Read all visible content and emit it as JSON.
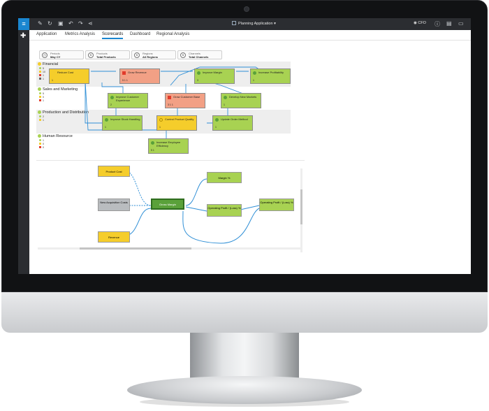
{
  "topbar": {
    "app_title": "Planning Application",
    "user": "CFO",
    "icons": [
      "menu-icon",
      "edit-icon",
      "refresh-icon",
      "save-icon",
      "undo-icon",
      "redo-icon",
      "share-icon",
      "user-icon",
      "info-icon",
      "inbox-icon",
      "comment-icon"
    ]
  },
  "tabs": [
    "Application",
    "Metrics Analysis",
    "Scorecards",
    "Dashboard",
    "Regional Analysis"
  ],
  "active_tab": "Scorecards",
  "filters": [
    {
      "label": "Periods",
      "value": "May CY"
    },
    {
      "label": "Products",
      "value": "Total Products"
    },
    {
      "label": "Regions",
      "value": "All Regions"
    },
    {
      "label": "Channels",
      "value": "Total Channels"
    }
  ],
  "perspectives": [
    {
      "name": "Financial",
      "status": "yellow",
      "counts": [
        "5",
        "10",
        "1",
        "1"
      ]
    },
    {
      "name": "Sales and Marketing",
      "status": "green",
      "counts": [
        "5",
        "0",
        "1"
      ]
    },
    {
      "name": "Production and Distribution",
      "status": "green",
      "counts": [
        "2",
        "1"
      ]
    },
    {
      "name": "Human Resource",
      "status": "green",
      "counts": [
        "1",
        "0",
        "0"
      ]
    }
  ],
  "objectives": {
    "reduce_cost": {
      "label": "Reduce Cost",
      "footer": "1"
    },
    "grow_revenue": {
      "label": "Grow Revenue",
      "footer": "5 1 1"
    },
    "improve_margin": {
      "label": "Improve Margin",
      "footer": "3"
    },
    "increase_profitability": {
      "label": "Increase Profitability",
      "footer": "1"
    },
    "improve_customer_experience": {
      "label": "Improve Customer Experience",
      "footer": "2"
    },
    "grow_customer_base": {
      "label": "Grow Customer Base",
      "footer": "3 1 1"
    },
    "develop_new_markets": {
      "label": "Develop New Markets",
      "footer": "1"
    },
    "improve_stock_handling": {
      "label": "Improve Stock Handling",
      "footer": "1"
    },
    "control_product_quality": {
      "label": "Control Product Quality",
      "footer": "1"
    },
    "update_order_method": {
      "label": "Update Order Method",
      "footer": "1"
    },
    "increase_employee_efficiency": {
      "label": "Increase Employee Efficiency",
      "footer": "5 1"
    }
  },
  "driver_map": {
    "product_cost": "Product Cost",
    "new_acquisition_costs": "New Acquisition Costs",
    "revenue": "Revenue",
    "gross_margin": "Gross Margin",
    "margin_pct": "Margin %",
    "operating_profit_loss": "Operating Profit / (Loss) %",
    "operating_profit_loss_2": "Operating Profit / (Loss) %"
  },
  "colors": {
    "accent": "#1a86d0",
    "on_target": "#a8d252",
    "warning": "#f5cd2b",
    "off_target": "#f2a085",
    "link": "#2f8fd6"
  }
}
